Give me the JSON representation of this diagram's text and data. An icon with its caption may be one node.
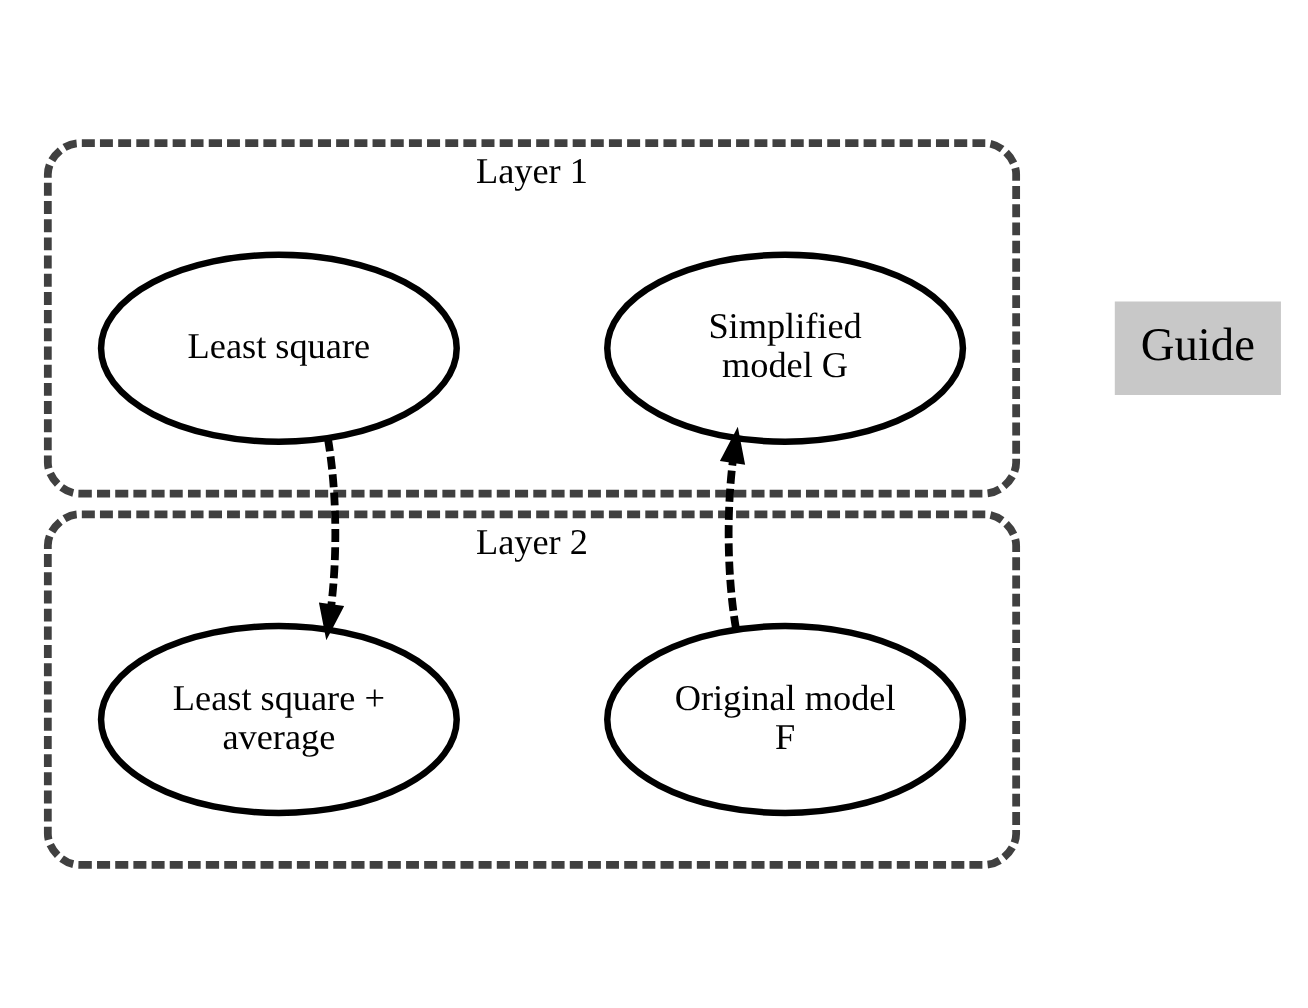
{
  "diagram": {
    "nodes": [
      {
        "text": [
          "Layer 1"
        ]
      },
      {
        "text": [
          "Simplified model G"
        ],
        "in": 0
      },
      {
        "text": [
          "Least square"
        ],
        "in": 0
      },
      {
        "text": [
          "Layer 2"
        ]
      },
      {
        "text": [
          "Original model F"
        ],
        "in": 3
      },
      {
        "text": [
          "Least square + average"
        ],
        "in": 3
      }
    ],
    "edges": [
      {
        "from": 4,
        "to": 1,
        "arrow": "to",
        "style": "dashed"
      },
      {
        "from": 2,
        "to": 5,
        "arrow": "to",
        "style": "dashed"
      }
    ],
    "labels": [
      "Guide"
    ]
  }
}
